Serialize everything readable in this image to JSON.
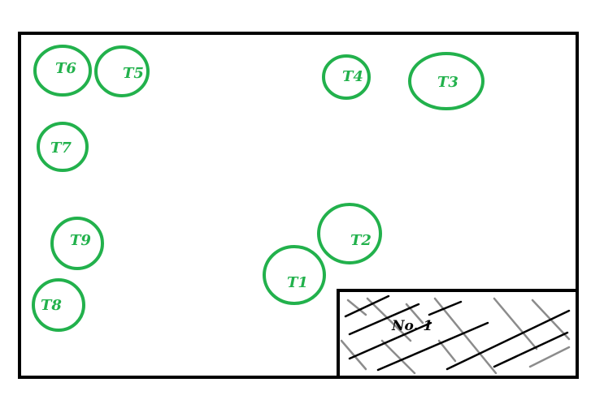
{
  "colors": {
    "border": "#000000",
    "tree_stroke": "#22b14c",
    "tree_label": "#22b14c",
    "hatch_dark": "#000000",
    "hatch_light": "#8c8c8c",
    "zone_label": "#000000"
  },
  "trees": [
    {
      "id": "T1",
      "label": "T1"
    },
    {
      "id": "T2",
      "label": "T2"
    },
    {
      "id": "T3",
      "label": "T3"
    },
    {
      "id": "T4",
      "label": "T4"
    },
    {
      "id": "T5",
      "label": "T5"
    },
    {
      "id": "T6",
      "label": "T6"
    },
    {
      "id": "T7",
      "label": "T7"
    },
    {
      "id": "T8",
      "label": "T8"
    },
    {
      "id": "T9",
      "label": "T9"
    }
  ],
  "zone": {
    "label": "No. 1"
  }
}
